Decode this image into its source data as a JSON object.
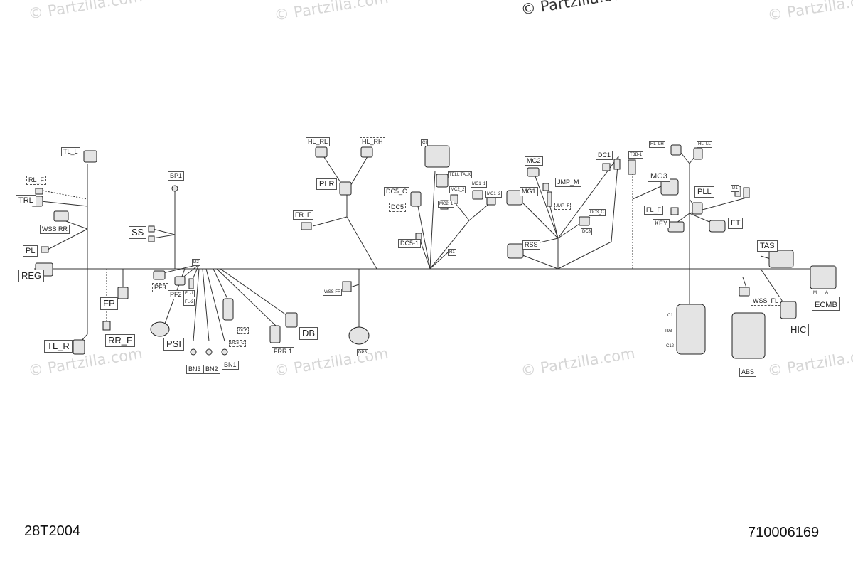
{
  "watermark": {
    "text": "© Partzilla.com",
    "copyright_text": "© Partzilla.com"
  },
  "footer": {
    "left_code": "28T2004",
    "right_code": "710006169"
  },
  "labels": {
    "tl_l": "TL_L",
    "rl_f": "RL_F",
    "trl": "TRL",
    "wss_rr": "WSS RR",
    "pl": "PL",
    "reg": "REG",
    "fp": "FP",
    "rr_f": "RR_F",
    "tl_r": "TL_R",
    "bp1": "BP1",
    "ss": "SS",
    "d2": "D2",
    "pf3": "PF3",
    "pf2": "PF2",
    "fl_1": "FL-1",
    "fl_2": "FL-2",
    "psi": "PSI",
    "bn3": "BN3",
    "bn2": "BN2",
    "bn1": "BN1",
    "dc6": "DC6",
    "dc6_c": "DC6_C",
    "frr_1": "FRR 1",
    "db": "DB",
    "hl_rl": "HL_RL",
    "hl_rh": "HL_RH",
    "plr": "PLR",
    "fr_f": "FR_F",
    "wss_fr": "WSS FR",
    "dps": "DPS",
    "ci": "CI",
    "dc5_c": "DC5_C",
    "dc5": "DC5",
    "dc5_1": "DC5-1",
    "tell_talk": "TELL TALK",
    "mc2_2": "MC2_2",
    "mc2_1": "MC2_1",
    "mc1_1": "MC1_1",
    "mc1_2": "MC1_2",
    "r1": "R1",
    "mg2": "MG2",
    "mg1": "MG1",
    "jmp_m": "JMP_M",
    "jmp_f": "JMP_F",
    "dc1": "DC1",
    "dc3_c": "DC3_C",
    "dc3": "DC3",
    "rss": "RSS",
    "tbb_1": "TBB-1",
    "hl_lh": "HL_LH",
    "hl_ll": "HL_LL",
    "mg3": "MG3",
    "pll": "PLL",
    "fl_f": "FL_F",
    "key": "KEY",
    "ft": "FT",
    "d1": "D1",
    "tas": "TAS",
    "ecmb": "ECMB",
    "m": "M",
    "a": "A",
    "wss_fl": "WSS_FL",
    "hic": "HIC",
    "c1": "C1",
    "c12": "C12",
    "pin_range": "T93",
    "abs": "ABS"
  },
  "colors": {
    "line": "#333333",
    "connector_fill": "#e4e4e4",
    "watermark": "#d6d6d6"
  }
}
